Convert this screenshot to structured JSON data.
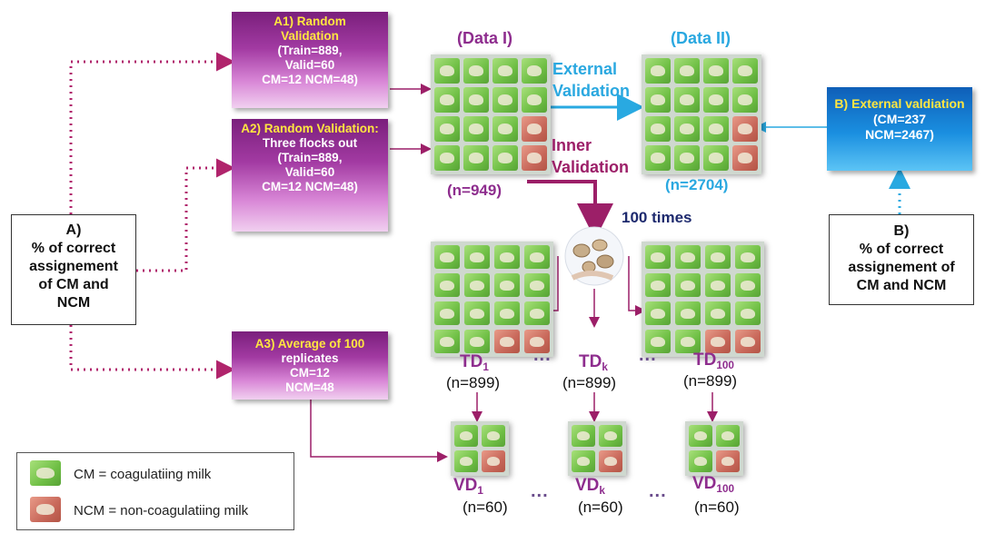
{
  "box_a1": {
    "title": "A1) Random Validation",
    "l1": "(Train=889,",
    "l2": "Valid=60",
    "l3": "CM=12 NCM=48)"
  },
  "box_a2": {
    "title": "A2) Random Validation:",
    "title_rest": "Three flocks out",
    "l1": "(Train=889,",
    "l2": "Valid=60",
    "l3": "CM=12 NCM=48)"
  },
  "box_a3": {
    "title": "A3) Average of 100",
    "l1": "replicates",
    "l2": "CM=12",
    "l3": "NCM=48"
  },
  "box_b": {
    "title": "B) External valdiation",
    "l1": "(CM=237",
    "l2": "NCM=2467)"
  },
  "box_a": {
    "l1": "A)",
    "l2": "% of correct",
    "l3": "assignement",
    "l4": "of CM and",
    "l5": "NCM"
  },
  "box_b_note": {
    "l1": "B)",
    "l2": "% of correct",
    "l3": "assignement of",
    "l4": "CM and NCM"
  },
  "data1": {
    "title": "(Data I)",
    "n": "(n=949)"
  },
  "data2": {
    "title": "(Data II)",
    "n": "(n=2704)"
  },
  "external_validation": {
    "l1": "External",
    "l2": "Validation"
  },
  "inner_validation": {
    "l1": "Inner",
    "l2": "Validation"
  },
  "times": "100 times",
  "td": {
    "prefix": "TD",
    "s1": "1",
    "sk": "k",
    "s100": "100",
    "n": "(n=899)"
  },
  "vd": {
    "prefix": "VD",
    "s1": "1",
    "sk": "k",
    "s100": "100",
    "n": "(n=60)"
  },
  "ellipsis": "...",
  "legend": {
    "cm": "CM = coagulatiing milk",
    "ncm": "NCM = non-coagulatiing milk"
  },
  "colors": {
    "purple_text": "#8e2d8e",
    "cyan_text": "#2aa8e0",
    "cm_green": "#6fbf45",
    "ncm_red": "#c8685a",
    "arrow_purple": "#9c1f68",
    "arrow_cyan": "#29a9e1"
  }
}
